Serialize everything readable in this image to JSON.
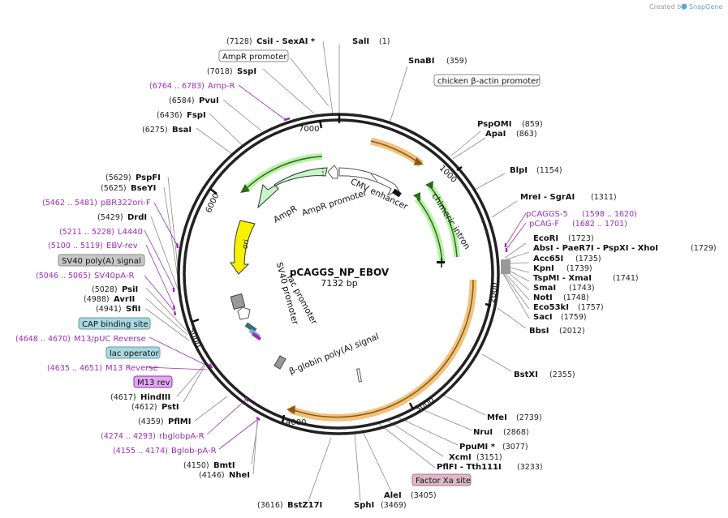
{
  "credit": {
    "created_by": "Created by",
    "brand": "SnapGene"
  },
  "plasmid": {
    "name": "pCAGGS_NP_EBOV",
    "length": "7132 bp"
  },
  "ticks": [
    "1000",
    "2000",
    "3000",
    "4000",
    "5000",
    "6000",
    "7000"
  ],
  "features": {
    "cmv_enhancer": "CMV enhancer",
    "chimeric_intron": "chimeric intron",
    "ampr": "AmpR",
    "ampr_promoter": "AmpR promoter",
    "ori": "ori",
    "sv40_promoter": "SV40 promoter",
    "lac_promoter": "lac promoter",
    "bglobin": "β-globin poly(A) signal"
  },
  "sites_right": [
    {
      "name": "SalI",
      "pos": "(1)"
    },
    {
      "name": "SnaBI",
      "pos": "(359)"
    },
    {
      "name": "PspOMI",
      "pos": "(859)"
    },
    {
      "name": "ApaI",
      "pos": "(863)"
    },
    {
      "name": "BlpI",
      "pos": "(1154)"
    },
    {
      "name": "MreI  -  SgrAI",
      "pos": "(1311)"
    },
    {
      "name": "EcoRI",
      "pos": "(1723)"
    },
    {
      "name": "AbsI  -  PaeR7I  -  PspXI  -  XhoI",
      "pos": "(1729)"
    },
    {
      "name": "Acc65I",
      "pos": "(1735)"
    },
    {
      "name": "KpnI",
      "pos": "(1739)"
    },
    {
      "name": "TspMI  -  XmaI",
      "pos": "(1741)"
    },
    {
      "name": "SmaI",
      "pos": "(1743)"
    },
    {
      "name": "NotI",
      "pos": "(1748)"
    },
    {
      "name": "Eco53kI",
      "pos": "(1757)"
    },
    {
      "name": "SacI",
      "pos": "(1759)"
    },
    {
      "name": "BbsI",
      "pos": "(2012)"
    },
    {
      "name": "BstXI",
      "pos": "(2355)"
    },
    {
      "name": "MfeI",
      "pos": "(2739)"
    },
    {
      "name": "NruI",
      "pos": "(2868)"
    },
    {
      "name": "PpuMI *",
      "pos": "(3077)"
    },
    {
      "name": "XcmI",
      "pos": "(3151)"
    },
    {
      "name": "PflFI  -  Tth111I",
      "pos": "(3233)"
    },
    {
      "name": "AleI",
      "pos": "(3405)"
    },
    {
      "name": "SphI",
      "pos": "(3469)"
    }
  ],
  "sites_left": [
    {
      "name": "CsiI  -  SexAI *",
      "pos": "(7128)"
    },
    {
      "name": "SspI",
      "pos": "(7018)"
    },
    {
      "name": "PvuI",
      "pos": "(6584)"
    },
    {
      "name": "FspI",
      "pos": "(6436)"
    },
    {
      "name": "BsaI",
      "pos": "(6275)"
    },
    {
      "name": "PspFI",
      "pos": "(5629)"
    },
    {
      "name": "BseYI",
      "pos": "(5625)"
    },
    {
      "name": "DrdI",
      "pos": "(5429)"
    },
    {
      "name": "PsiI",
      "pos": "(5028)"
    },
    {
      "name": "AvrII",
      "pos": "(4988)"
    },
    {
      "name": "SfiI",
      "pos": "(4941)"
    },
    {
      "name": "HindIII",
      "pos": "(4617)"
    },
    {
      "name": "PstI",
      "pos": "(4612)"
    },
    {
      "name": "PflMI",
      "pos": "(4359)"
    },
    {
      "name": "BmtI",
      "pos": "(4150)"
    },
    {
      "name": "NheI",
      "pos": "(4146)"
    },
    {
      "name": "BstZ17I",
      "pos": "(3616)"
    }
  ],
  "primers": [
    {
      "name": "Amp-R",
      "pos": "(6764 .. 6783)"
    },
    {
      "name": "pBR322ori-F",
      "pos": "(5462 .. 5481)"
    },
    {
      "name": "L4440",
      "pos": "(5211 .. 5228)"
    },
    {
      "name": "EBV-rev",
      "pos": "(5100 .. 5119)"
    },
    {
      "name": "SV40pA-R",
      "pos": "(5046 .. 5065)"
    },
    {
      "name": "M13/pUC Reverse",
      "pos": "(4648 .. 4670)"
    },
    {
      "name": "M13 Reverse",
      "pos": "(4635 .. 4651)"
    },
    {
      "name": "rbglobpA-R",
      "pos": "(4274 .. 4293)"
    },
    {
      "name": "Bglob-pA-R",
      "pos": "(4155 .. 4174)"
    },
    {
      "name": "pCAGGS-5",
      "pos": "(1598 .. 1620)"
    },
    {
      "name": "pCAG-F",
      "pos": "(1682 .. 1701)"
    }
  ],
  "boxed": {
    "ampr_promoter": "AmpR promoter",
    "chicken_actin": "chicken β-actin promoter",
    "sv40_polya": "SV40 poly(A) signal",
    "cap_binding": "CAP binding site",
    "lac_operator": "lac operator",
    "m13_rev": "M13 rev",
    "factor_xa": "Factor Xa site"
  },
  "colors": {
    "backbone": "#222222",
    "orange": "#e8a33a",
    "green": "#2e8b1f",
    "primer": "#9a2fb5",
    "ori": "#f7f000",
    "ampr": "#c6f7c6"
  }
}
